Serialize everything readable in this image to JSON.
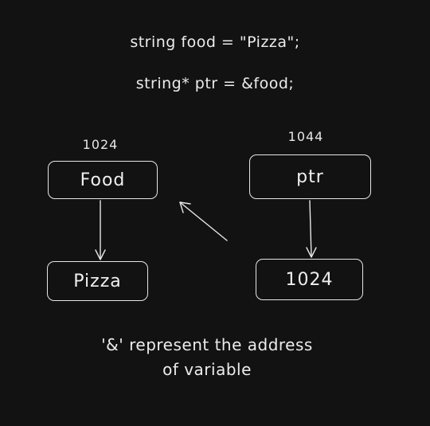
{
  "code": {
    "line1": "string food = \"Pizza\";",
    "line2": "string* ptr = &food;"
  },
  "food_var": {
    "address": "1024",
    "name": "Food",
    "value": "Pizza"
  },
  "ptr_var": {
    "address": "1044",
    "name": "ptr",
    "value": "1024"
  },
  "note": {
    "line1": "'&' represent the address",
    "line2": "of variable"
  },
  "colors": {
    "background": "#121212",
    "stroke": "#e6e6e6"
  }
}
